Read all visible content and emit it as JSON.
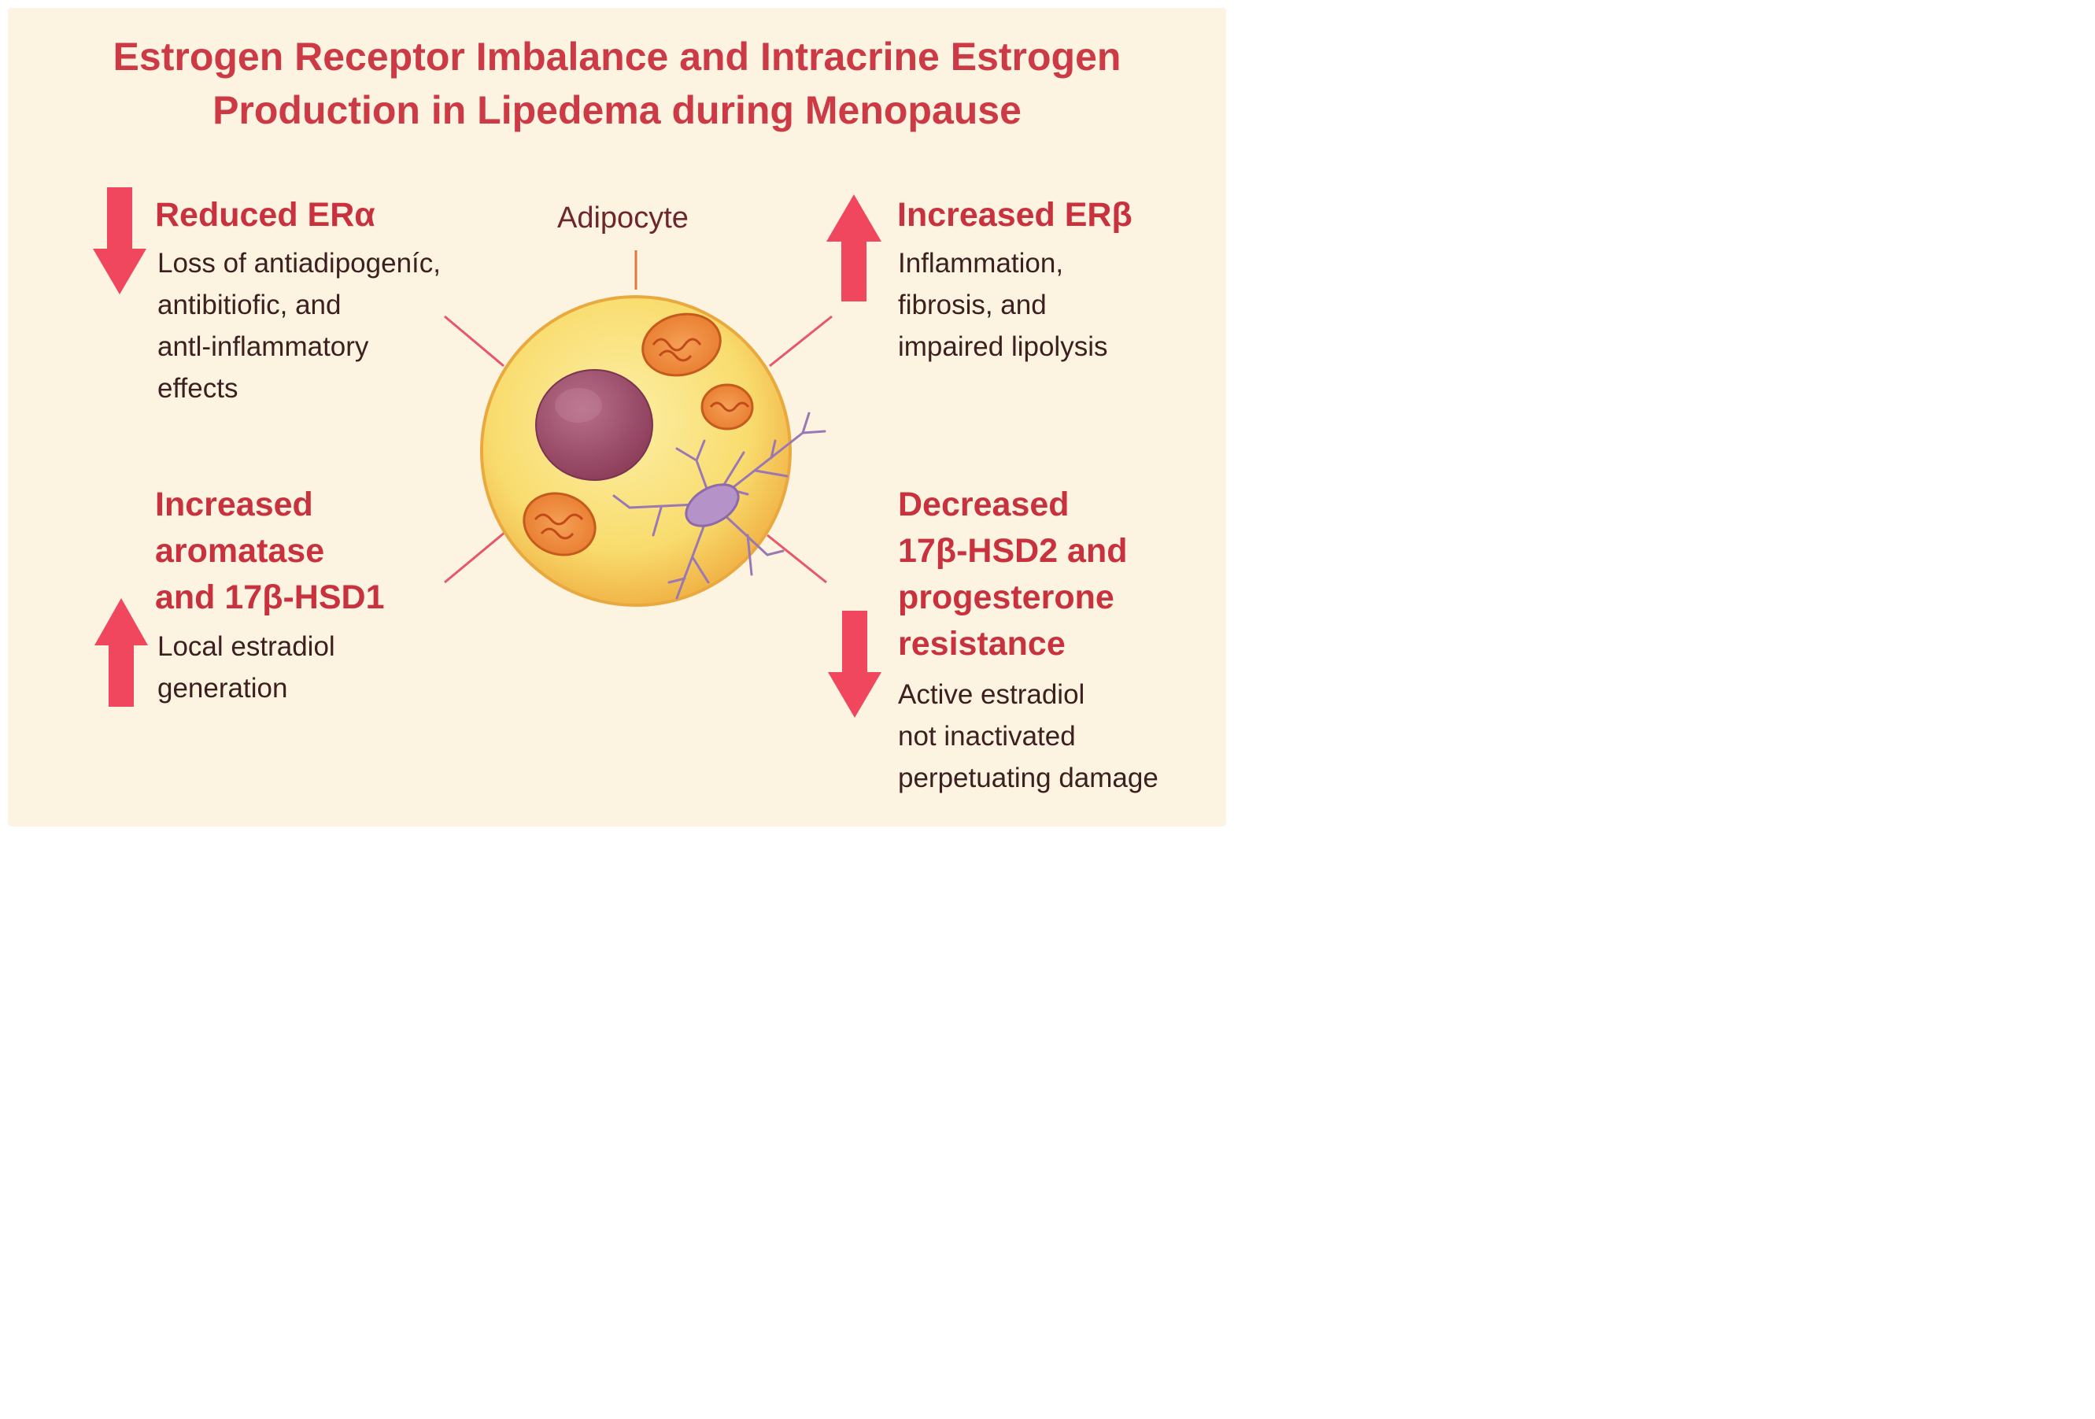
{
  "title": {
    "line1": "Estrogen Receptor Imbalance and Intracrine Estrogen",
    "line2": "Production in Lipedema during Menopause"
  },
  "center": {
    "label": "Adipocyte"
  },
  "top_left": {
    "heading": "Reduced ERα",
    "direction": "down",
    "body": [
      "Loss of antiadipogeníc,",
      "antibitiofic, and",
      "antl-inflammatory",
      "effects"
    ]
  },
  "top_right": {
    "heading": "Increased ERβ",
    "direction": "up",
    "body": [
      "Inflammation,",
      "fibrosis, and",
      "impaired lipolysis"
    ]
  },
  "bottom_left": {
    "heading": [
      "Increased",
      "aromatase",
      "and 17β-HSD1"
    ],
    "direction": "up",
    "body": [
      "Local estradiol",
      "generation"
    ]
  },
  "bottom_right": {
    "heading": [
      "Decreased",
      "17β-HSD2 and",
      "progesterone",
      "resistance"
    ],
    "direction": "down",
    "body": [
      "Active estradiol",
      "not inactivated",
      "perpetuating damage"
    ]
  },
  "colors": {
    "background": "#fdf3e1",
    "title": "#cc3a46",
    "heading": "#c8323e",
    "arrow": "#f0475f",
    "connector": "#e8566a",
    "cell": "#f9dc6e",
    "nucleus": "#9c4f6a",
    "mitochondria": "#f08a3a",
    "fibroblast": "#b08fc4"
  }
}
